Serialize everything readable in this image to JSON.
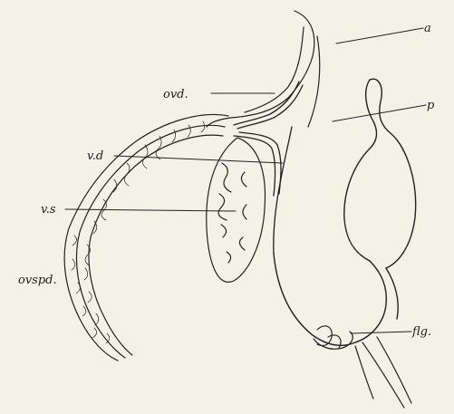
{
  "figure": {
    "labels": {
      "a": "a",
      "p": "p",
      "ovd": "ovd.",
      "vd": "v.d",
      "vs": "v.s",
      "ovspd": "ovspd.",
      "flg": "flg."
    },
    "colors": {
      "paper": "#f4f1e6",
      "ink": "#222222"
    }
  }
}
